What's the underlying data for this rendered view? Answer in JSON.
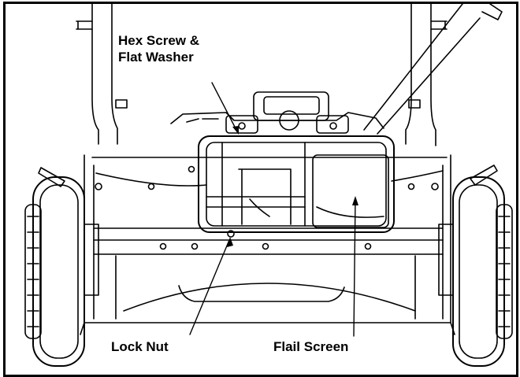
{
  "callouts": {
    "hex_screw_line1": "Hex Screw &",
    "hex_screw_line2": "Flat Washer",
    "lock_nut": "Lock Nut",
    "flail_screen": "Flail Screen"
  },
  "colors": {
    "line": "#000000",
    "background": "#ffffff"
  }
}
